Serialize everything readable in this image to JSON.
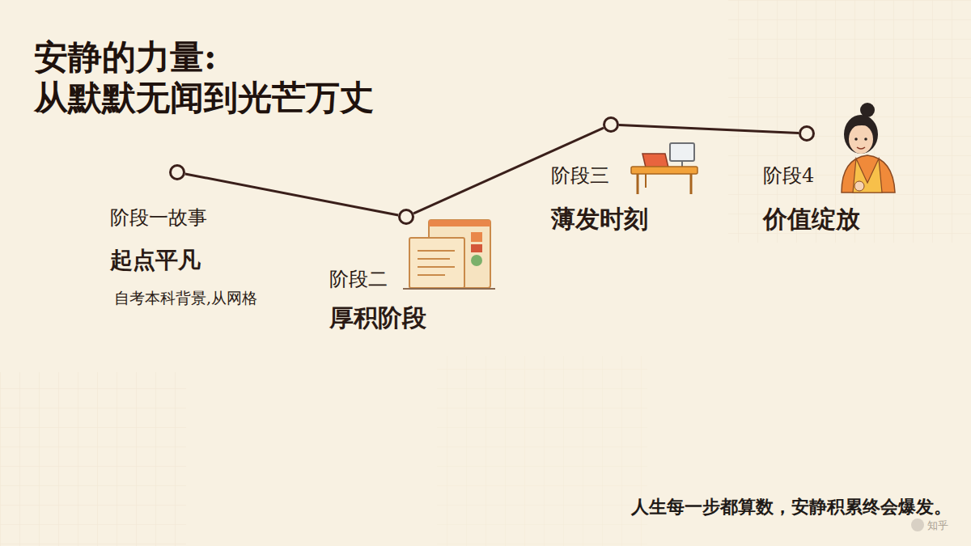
{
  "diagram": {
    "title": "安静的力量: 从默默无闻到光芒万丈",
    "caption": "人生每一步都算数，安静积累终会爆发。",
    "nodes": [
      {
        "text": [
          "阶段一故事",
          "起点平凡",
          "自考本科背景,从网格"
        ]
      },
      {
        "text": [
          "阶段二",
          "厚积阶段"
        ]
      },
      {
        "text": [
          "阶段三",
          "薄发时刻"
        ]
      },
      {
        "text": [
          "阶段4",
          "价值绽放"
        ]
      }
    ],
    "edges": [
      {
        "from": 0,
        "to": 1,
        "arrow": "none"
      },
      {
        "from": 1,
        "to": 2,
        "arrow": "none"
      },
      {
        "from": 2,
        "to": 3,
        "arrow": "none"
      }
    ],
    "labels": [
      "知乎"
    ]
  }
}
